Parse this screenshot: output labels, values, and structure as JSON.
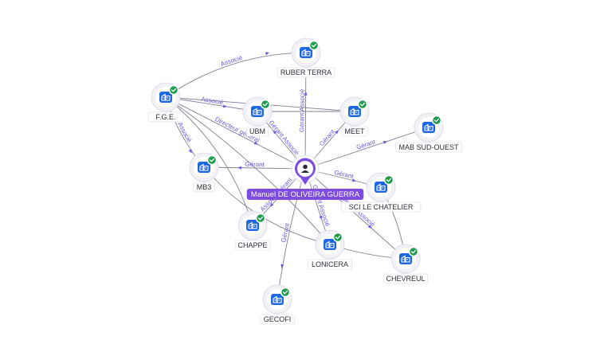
{
  "colors": {
    "person_accent": "#7c4ddf",
    "company_icon": "#1d67e0",
    "verified": "#1b9b4e",
    "edge_label": "#6d56e0"
  },
  "center": {
    "label": "Manuel DE OLIVEIRA GUERRA",
    "icon": "person-icon"
  },
  "nodes": [
    {
      "id": "ruber-terra",
      "label": "RUBER TERRA",
      "icon": "company-icon",
      "verified": true
    },
    {
      "id": "fge",
      "label": "F.G.E.",
      "icon": "company-icon",
      "verified": true
    },
    {
      "id": "ubm",
      "label": "UBM",
      "icon": "company-icon",
      "verified": true
    },
    {
      "id": "meet",
      "label": "MEET",
      "icon": "company-icon",
      "verified": true
    },
    {
      "id": "mab-sud-ouest",
      "label": "MAB SUD-OUEST",
      "icon": "company-icon",
      "verified": true
    },
    {
      "id": "mb3",
      "label": "MB3",
      "icon": "company-icon",
      "verified": true
    },
    {
      "id": "sci-le-chatelier",
      "label": "SCI LE CHATELIER",
      "icon": "company-icon",
      "verified": true
    },
    {
      "id": "chappe",
      "label": "CHAPPE",
      "icon": "company-icon",
      "verified": true
    },
    {
      "id": "lonicera",
      "label": "LONICERA",
      "icon": "company-icon",
      "verified": true
    },
    {
      "id": "chevreul",
      "label": "CHEVREUL",
      "icon": "company-icon",
      "verified": true
    },
    {
      "id": "gecofi",
      "label": "GECOFI",
      "icon": "company-icon",
      "verified": true
    }
  ],
  "edges": [
    {
      "from": "fge",
      "to": "ruber-terra",
      "label": "Associé"
    },
    {
      "from": "center",
      "to": "ruber-terra",
      "label": "Gérant Associé"
    },
    {
      "from": "fge",
      "to": "ubm",
      "label": "Associé"
    },
    {
      "from": "fge",
      "to": "mb3",
      "label": "Associé"
    },
    {
      "from": "fge",
      "to": "center",
      "label": "Directeur général"
    },
    {
      "from": "fge",
      "to": "meet",
      "label": ""
    },
    {
      "from": "fge",
      "to": "chappe",
      "label": ""
    },
    {
      "from": "fge",
      "to": "lonicera",
      "label": ""
    },
    {
      "from": "ubm",
      "to": "meet",
      "label": ""
    },
    {
      "from": "center",
      "to": "ubm",
      "label": "Gérant Associé"
    },
    {
      "from": "center",
      "to": "meet",
      "label": "Gérant"
    },
    {
      "from": "center",
      "to": "mab-sud-ouest",
      "label": "Gérant"
    },
    {
      "from": "center",
      "to": "mb3",
      "label": "Gérant"
    },
    {
      "from": "center",
      "to": "sci-le-chatelier",
      "label": "Gérant"
    },
    {
      "from": "center",
      "to": "chappe",
      "label": "Associé Gérant"
    },
    {
      "from": "center",
      "to": "lonicera",
      "label": "Gérant Associé"
    },
    {
      "from": "center",
      "to": "chevreul",
      "label": "Gérant Associé"
    },
    {
      "from": "center",
      "to": "gecofi",
      "label": "Gérant"
    },
    {
      "from": "mb3",
      "to": "lonicera",
      "label": ""
    },
    {
      "from": "lonicera",
      "to": "chevreul",
      "label": ""
    },
    {
      "from": "sci-le-chatelier",
      "to": "chevreul",
      "label": ""
    }
  ]
}
